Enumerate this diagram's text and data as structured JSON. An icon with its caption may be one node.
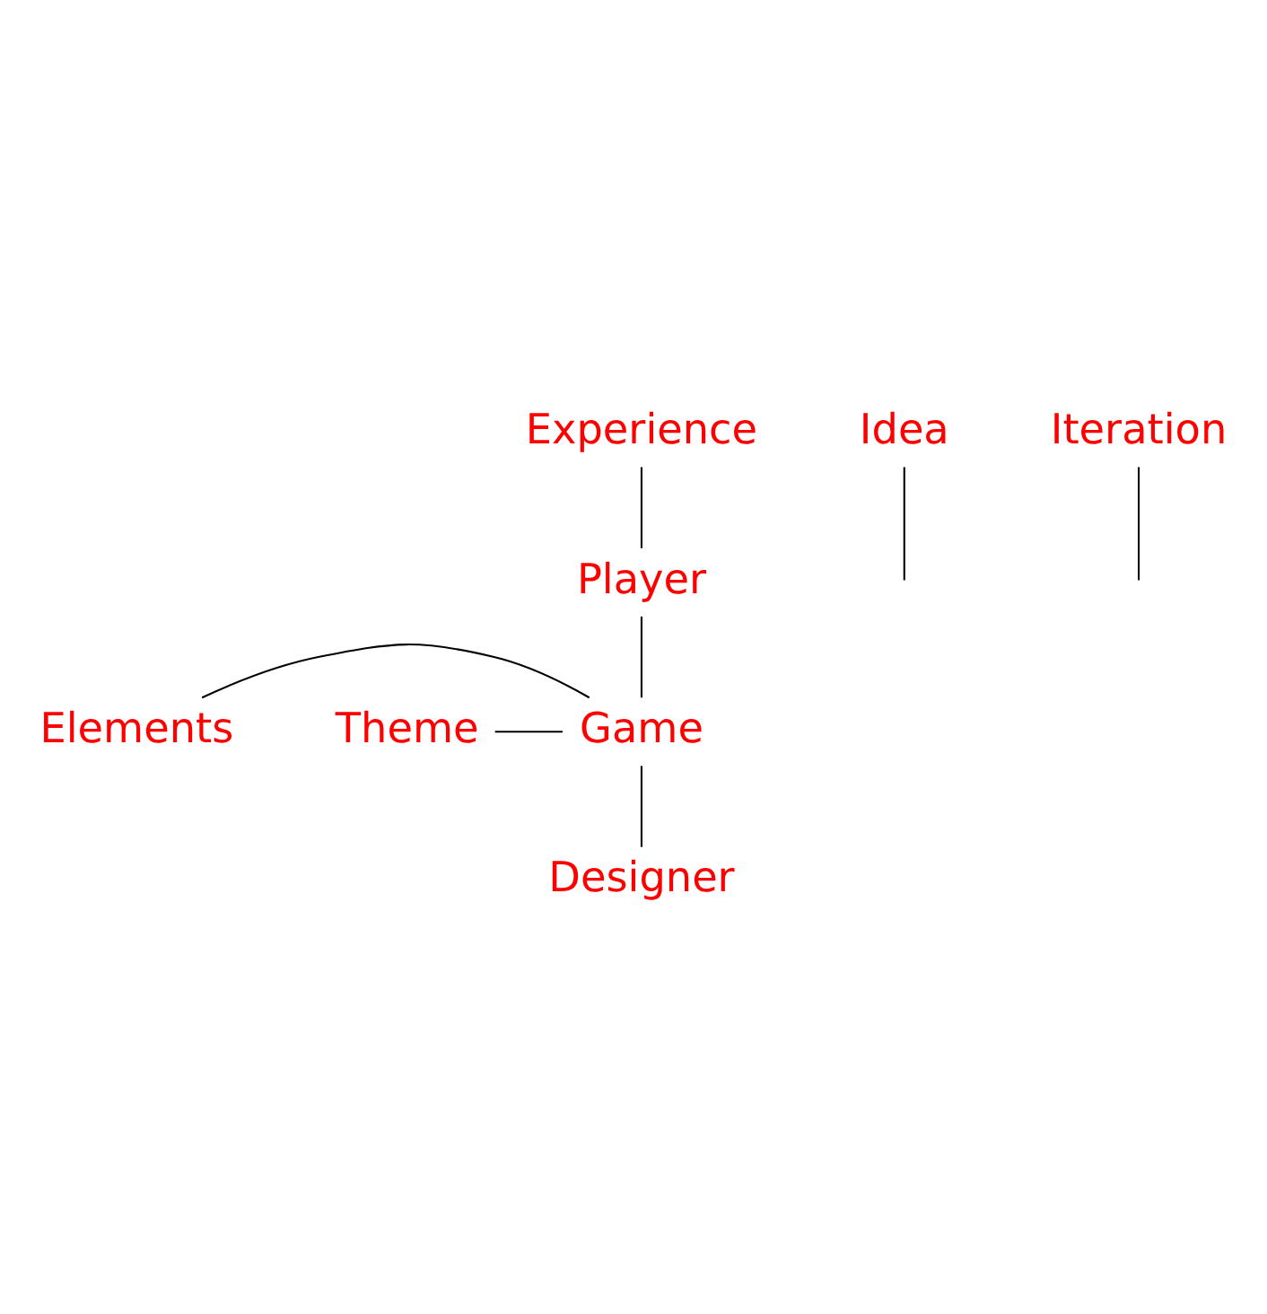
{
  "diagram": {
    "nodes": [
      {
        "text": [
          "Experience"
        ]
      },
      {
        "text": [
          "Player"
        ]
      },
      {
        "text": [
          "Elements"
        ]
      },
      {
        "text": [
          "Game"
        ]
      },
      {
        "text": [
          "Theme"
        ]
      },
      {
        "text": [
          "Idea"
        ]
      },
      {
        "text": [
          "Iteration"
        ]
      },
      {
        "text": [
          "Designer"
        ]
      }
    ],
    "edges": [
      {
        "from": 0,
        "to": 1,
        "arrow": "none"
      },
      {
        "from": 1,
        "to": 3,
        "arrow": "none"
      },
      {
        "from": 2,
        "to": 3,
        "arrow": "none"
      },
      {
        "from": 4,
        "to": 3,
        "arrow": "none"
      },
      {
        "from": 3,
        "to": 7,
        "arrow": "none"
      },
      {
        "from": 5,
        "to": null,
        "arrow": "none"
      },
      {
        "from": 6,
        "to": null,
        "arrow": "none"
      }
    ]
  }
}
